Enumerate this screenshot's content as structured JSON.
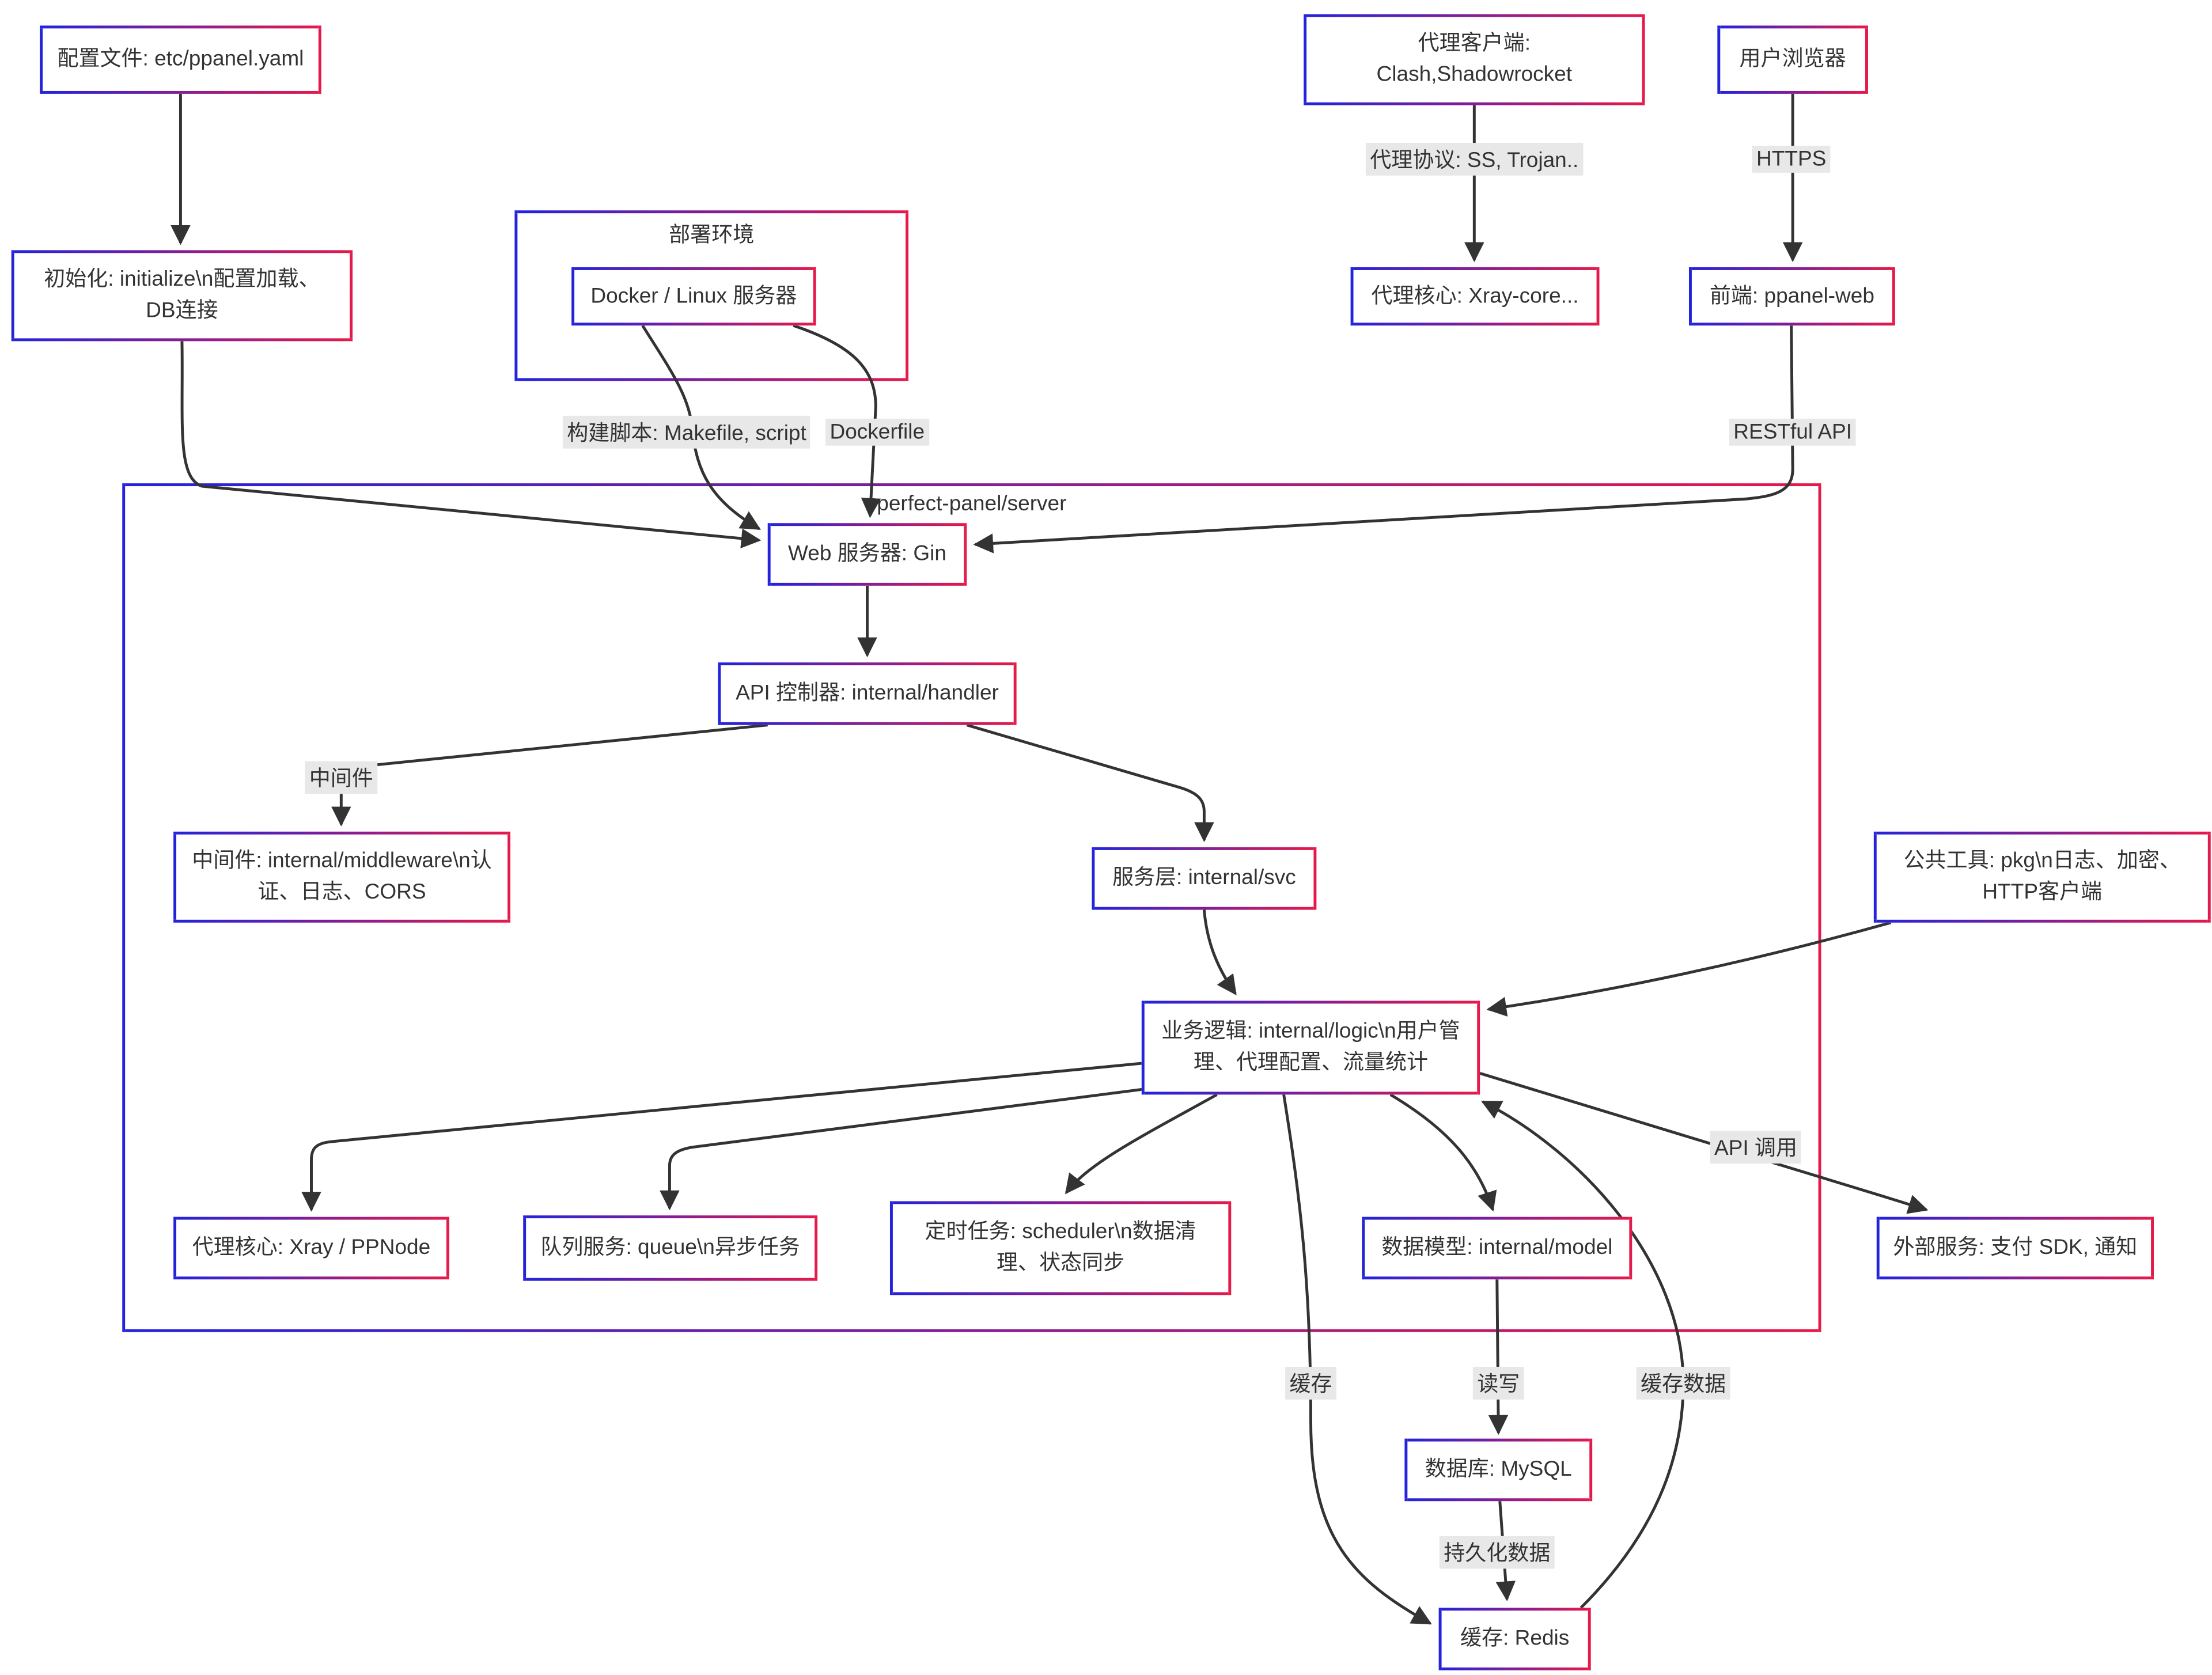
{
  "diagram": {
    "containers": {
      "deploy_env": "部署环境",
      "server": "perfect-panel/server"
    },
    "nodes": {
      "config_file": {
        "label": "配置文件: etc/ppanel.yaml"
      },
      "proxy_client": {
        "lines": [
          "代理客户端:",
          "Clash,Shadowrocket"
        ]
      },
      "browser": {
        "label": "用户浏览器"
      },
      "init": {
        "lines": [
          "初始化: initialize\\n配置加载、",
          "DB连接"
        ]
      },
      "docker": {
        "label": "Docker / Linux 服务器"
      },
      "xray_core": {
        "label": "代理核心: Xray-core..."
      },
      "frontend": {
        "label": "前端: ppanel-web"
      },
      "gin": {
        "label": "Web 服务器: Gin"
      },
      "handler": {
        "label": "API 控制器: internal/handler"
      },
      "middleware": {
        "lines": [
          "中间件: internal/middleware\\n认",
          "证、日志、CORS"
        ]
      },
      "svc": {
        "label": "服务层: internal/svc"
      },
      "logic": {
        "lines": [
          "业务逻辑: internal/logic\\n用户管",
          "理、代理配置、流量统计"
        ]
      },
      "pkg": {
        "lines": [
          "公共工具: pkg\\n日志、加密、",
          "HTTP客户端"
        ]
      },
      "ppnode": {
        "label": "代理核心: Xray / PPNode"
      },
      "queue": {
        "label": "队列服务: queue\\n异步任务"
      },
      "scheduler": {
        "lines": [
          "定时任务: scheduler\\n数据清",
          "理、状态同步"
        ]
      },
      "model": {
        "label": "数据模型: internal/model"
      },
      "external": {
        "label": "外部服务: 支付 SDK, 通知"
      },
      "mysql": {
        "label": "数据库: MySQL"
      },
      "redis": {
        "label": "缓存: Redis"
      }
    },
    "edge_labels": {
      "proxy_protocol": "代理协议: SS, Trojan..",
      "https": "HTTPS",
      "build_script": "构建脚本: Makefile, script",
      "dockerfile": "Dockerfile",
      "restful_api": "RESTful API",
      "middleware": "中间件",
      "api_call": "API 调用",
      "cache": "缓存",
      "read_write": "读写",
      "cache_data": "缓存数据",
      "persist": "持久化数据"
    },
    "colors": {
      "border_gradient_start": "#2323dd",
      "border_gradient_end": "#e6194b",
      "edge": "#333333",
      "edge_label_bg": "#e8e8e8",
      "text": "#333333",
      "node_bg": "#ffffff"
    }
  }
}
